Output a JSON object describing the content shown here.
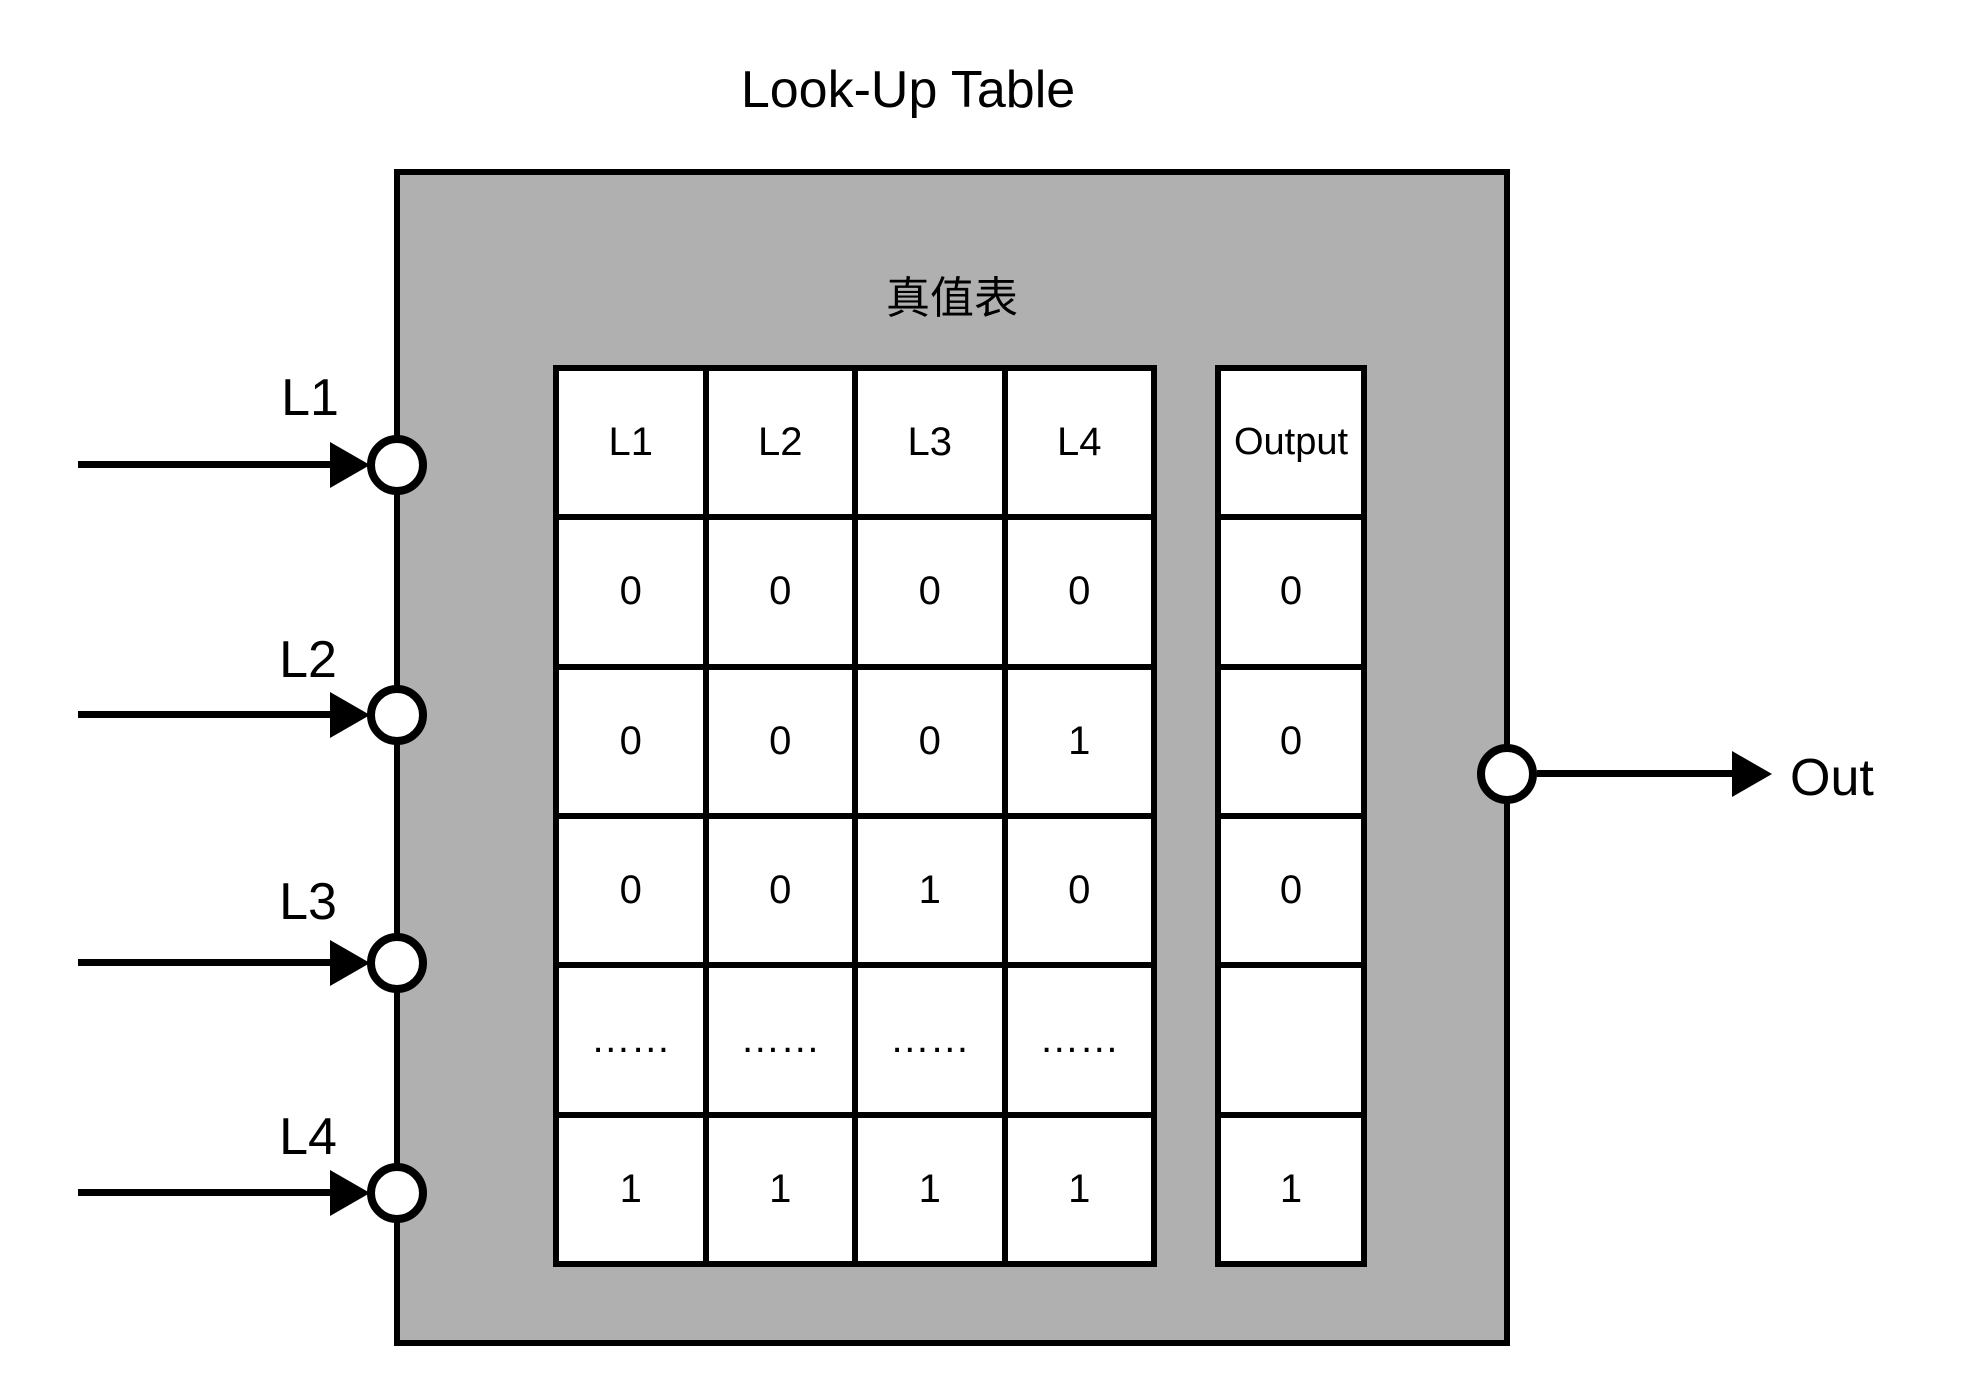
{
  "title": "Look-Up Table",
  "lut": {
    "inner_title": "真值表",
    "inputs": [
      {
        "label": "L1"
      },
      {
        "label": "L2"
      },
      {
        "label": "L3"
      },
      {
        "label": "L4"
      }
    ],
    "output_label": "Out",
    "truth_table": {
      "headers": [
        "L1",
        "L2",
        "L3",
        "L4"
      ],
      "rows": [
        [
          "0",
          "0",
          "0",
          "0"
        ],
        [
          "0",
          "0",
          "0",
          "1"
        ],
        [
          "0",
          "0",
          "1",
          "0"
        ],
        [
          "……",
          "……",
          "……",
          "……"
        ],
        [
          "1",
          "1",
          "1",
          "1"
        ]
      ],
      "output_header": "Output",
      "output_values": [
        "0",
        "0",
        "0",
        "",
        "1"
      ]
    }
  },
  "colors": {
    "box_fill": "#b0b0b0",
    "line": "#000000",
    "cell_fill": "#ffffff"
  }
}
